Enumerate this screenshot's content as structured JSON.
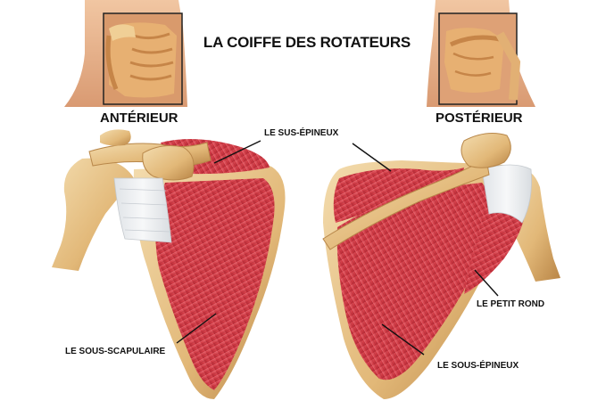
{
  "title": "LA COIFFE DES ROTATEURS",
  "views": {
    "anterior": "ANTÉRIEUR",
    "posterior": "POSTÉRIEUR"
  },
  "labels": {
    "supraspinatus": "LE SUS-ÉPINEUX",
    "subscapularis": "LE SOUS-SCAPULAIRE",
    "teres_minor": "LE PETIT ROND",
    "infraspinatus": "LE SOUS-ÉPINEUX"
  },
  "colors": {
    "bone": "#e8c48a",
    "bone_dark": "#b8874a",
    "muscle": "#d8424a",
    "muscle_dark": "#9e1f2a",
    "tendon": "#eef0f2",
    "skin": "#e8b48e"
  }
}
